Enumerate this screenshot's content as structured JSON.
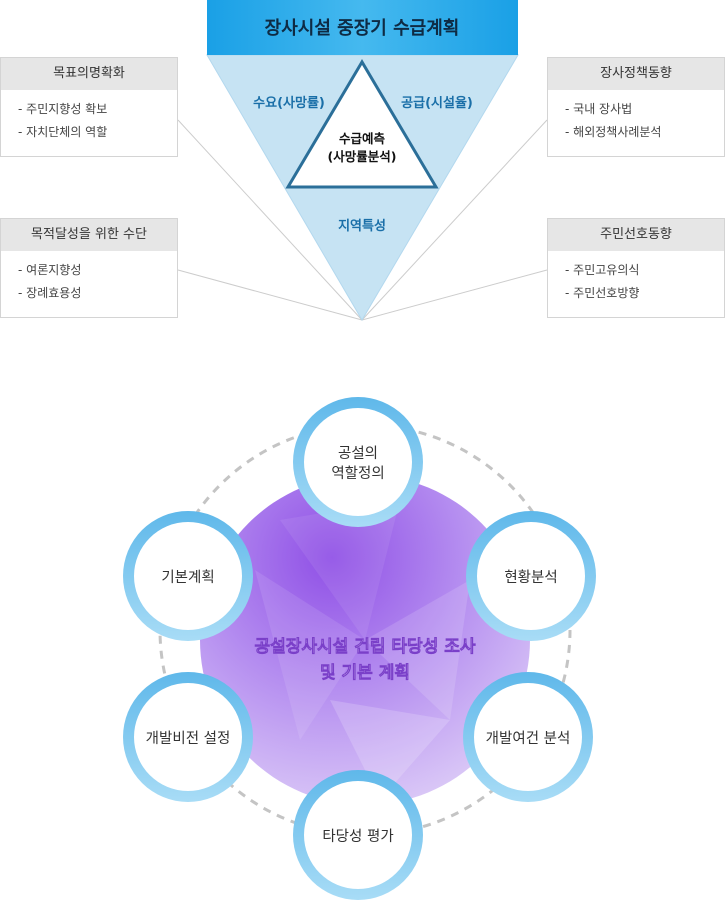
{
  "top_diagram": {
    "title": "장사시설 중장기 수급계획",
    "label_demand": "수요(사망률)",
    "label_supply": "공급(시설율)",
    "center_line1": "수급예측",
    "center_line2": "(사망률분석)",
    "label_region": "지역특성",
    "boxes": {
      "goal": {
        "title": "목표의명확화",
        "items": [
          "주민지향성 확보",
          "자치단체의 역할"
        ]
      },
      "means": {
        "title": "목적달성을 위한 수단",
        "items": [
          "여론지향성",
          "장례효용성"
        ]
      },
      "policy": {
        "title": "장사정책동향",
        "items": [
          "국내 장사법",
          "해외정책사례분석"
        ]
      },
      "residents": {
        "title": "주민선호동향",
        "items": [
          "주민고유의식",
          "주민선호방향"
        ]
      }
    }
  },
  "bottom_diagram": {
    "center_line1": "공설장사시설 건립 타당성 조사",
    "center_line2": "및 기본 계획",
    "steps": {
      "role": {
        "line1": "공설의",
        "line2": "역할정의"
      },
      "status": "현황분석",
      "conditions": "개발여건 분석",
      "feasibility": "타당성 평가",
      "vision": "개발비전 설정",
      "plan": "기본계획"
    }
  },
  "colors": {
    "title_bar": "#2ba8e8",
    "triangle": "#c6e3f3",
    "blue_text": "#1a6fa8",
    "hub_purple": "#a97de8",
    "ring_blue": "#74c3ec"
  }
}
